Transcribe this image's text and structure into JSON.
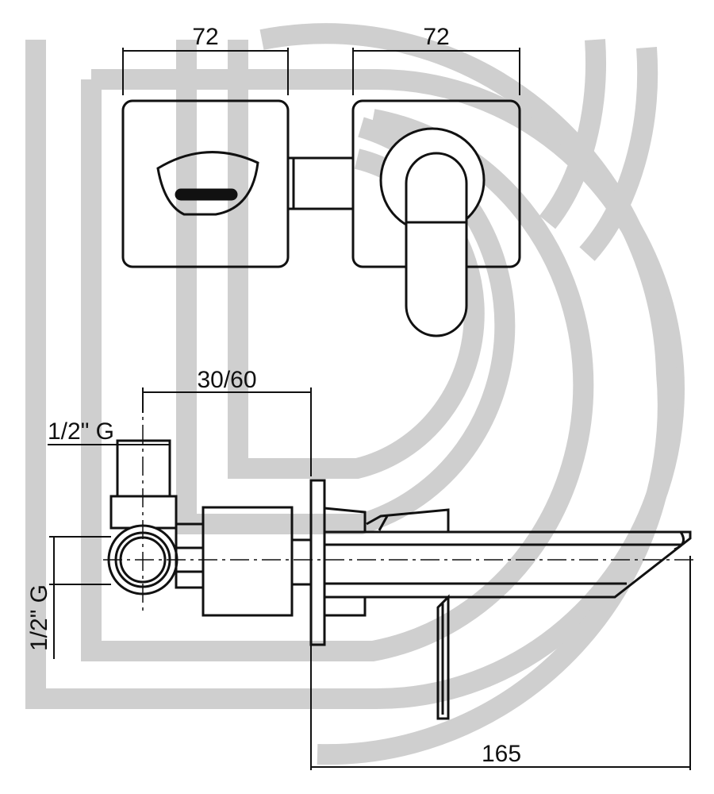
{
  "colors": {
    "line": "#111111",
    "watermark": "#cfcfcf",
    "background": "#ffffff"
  },
  "dimensions": {
    "width_left_plate": "72",
    "width_right_plate": "72",
    "wall_depth": "30/60",
    "inlet_top": "1/2\" G",
    "inlet_side": "1/2\" G",
    "spout_projection": "165"
  }
}
